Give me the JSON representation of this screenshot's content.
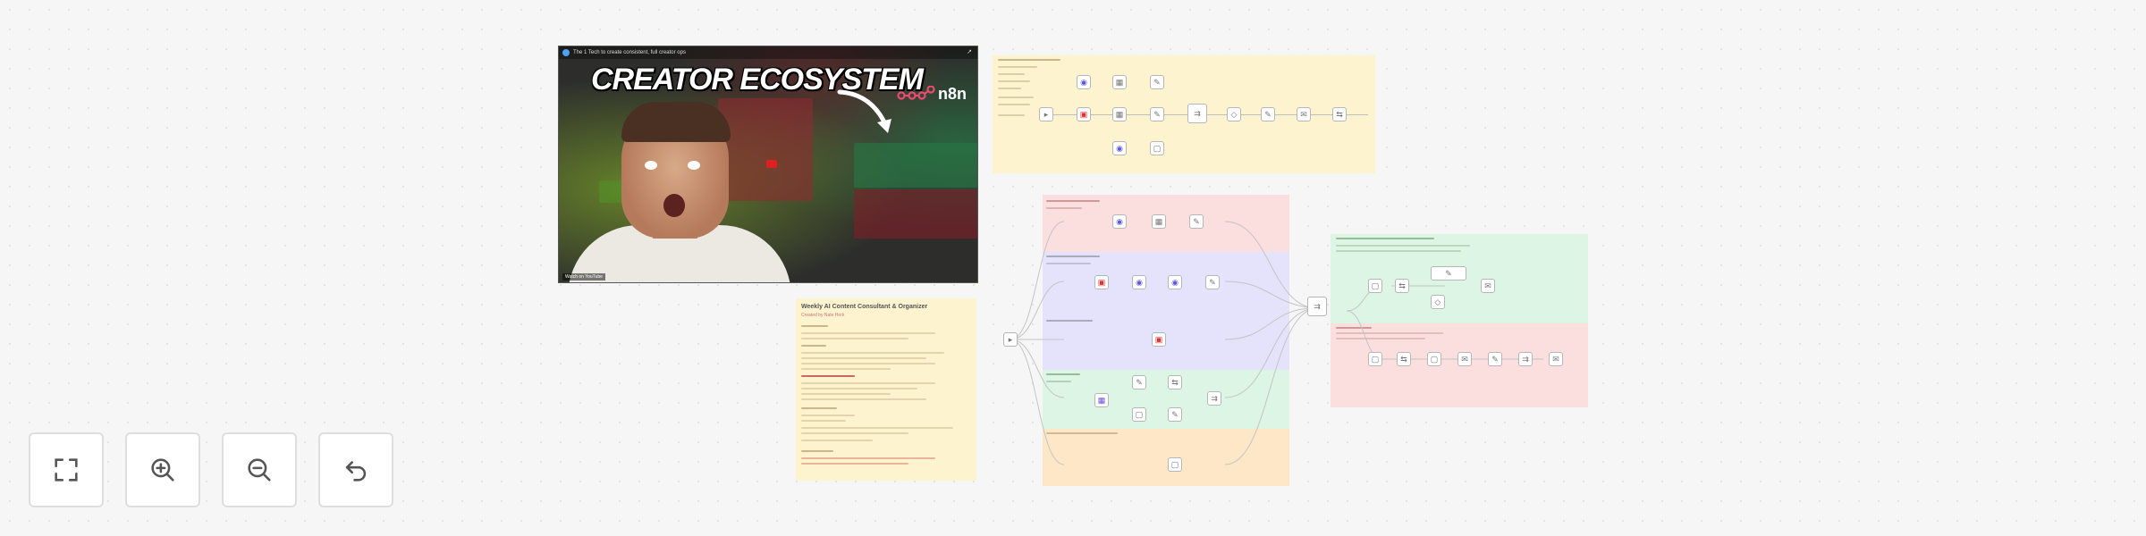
{
  "video": {
    "top_title": "The 1 Tech to create consistent, full creator ops",
    "share_label": "Share",
    "headline": "CREATOR ECOSYSTEM",
    "brand": "n8n",
    "watch_on": "Watch on YouTube"
  },
  "document_note": {
    "title": "Weekly AI Content Consultant & Organizer",
    "subtitle": "Created by Nate Herk"
  },
  "controls": {
    "fit_view": "fit-view",
    "zoom_in": "zoom-in",
    "zoom_out": "zoom-out",
    "reset": "reset"
  },
  "colors": {
    "sticky_yellow": "#fdf3cf",
    "sticky_red": "#fbdede",
    "sticky_blue": "#e4e3fb",
    "sticky_green": "#dcf5e4",
    "sticky_orange": "#fde7c6",
    "canvas": "#f6f6f6"
  }
}
